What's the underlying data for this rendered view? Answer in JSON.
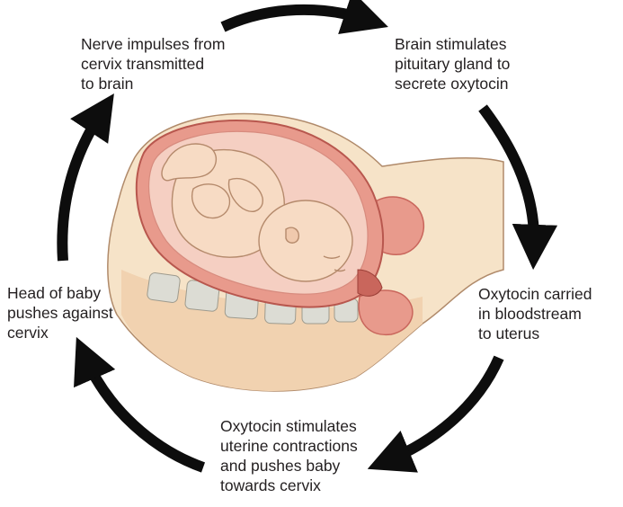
{
  "steps": {
    "nerve": [
      "Nerve impulses from",
      "cervix transmitted",
      "to brain"
    ],
    "brain": [
      "Brain stimulates",
      "pituitary gland to",
      "secrete oxytocin"
    ],
    "bloodstream": [
      "Oxytocin carried",
      "in bloodstream",
      "to uterus"
    ],
    "contractions": [
      "Oxytocin stimulates",
      "uterine contractions",
      "and pushes baby",
      "towards cervix"
    ],
    "head": [
      "Head of baby",
      "pushes against",
      "cervix"
    ]
  },
  "colors": {
    "arrow": "#0d0d0d",
    "skin": "#f6e3c8",
    "skin_outline": "#b08a6a",
    "uterus": "#e89a8c",
    "uterus_dark": "#c9665c",
    "fetus": "#f7dbc4",
    "spine": "#dcdcd4",
    "text": "#231f20"
  }
}
